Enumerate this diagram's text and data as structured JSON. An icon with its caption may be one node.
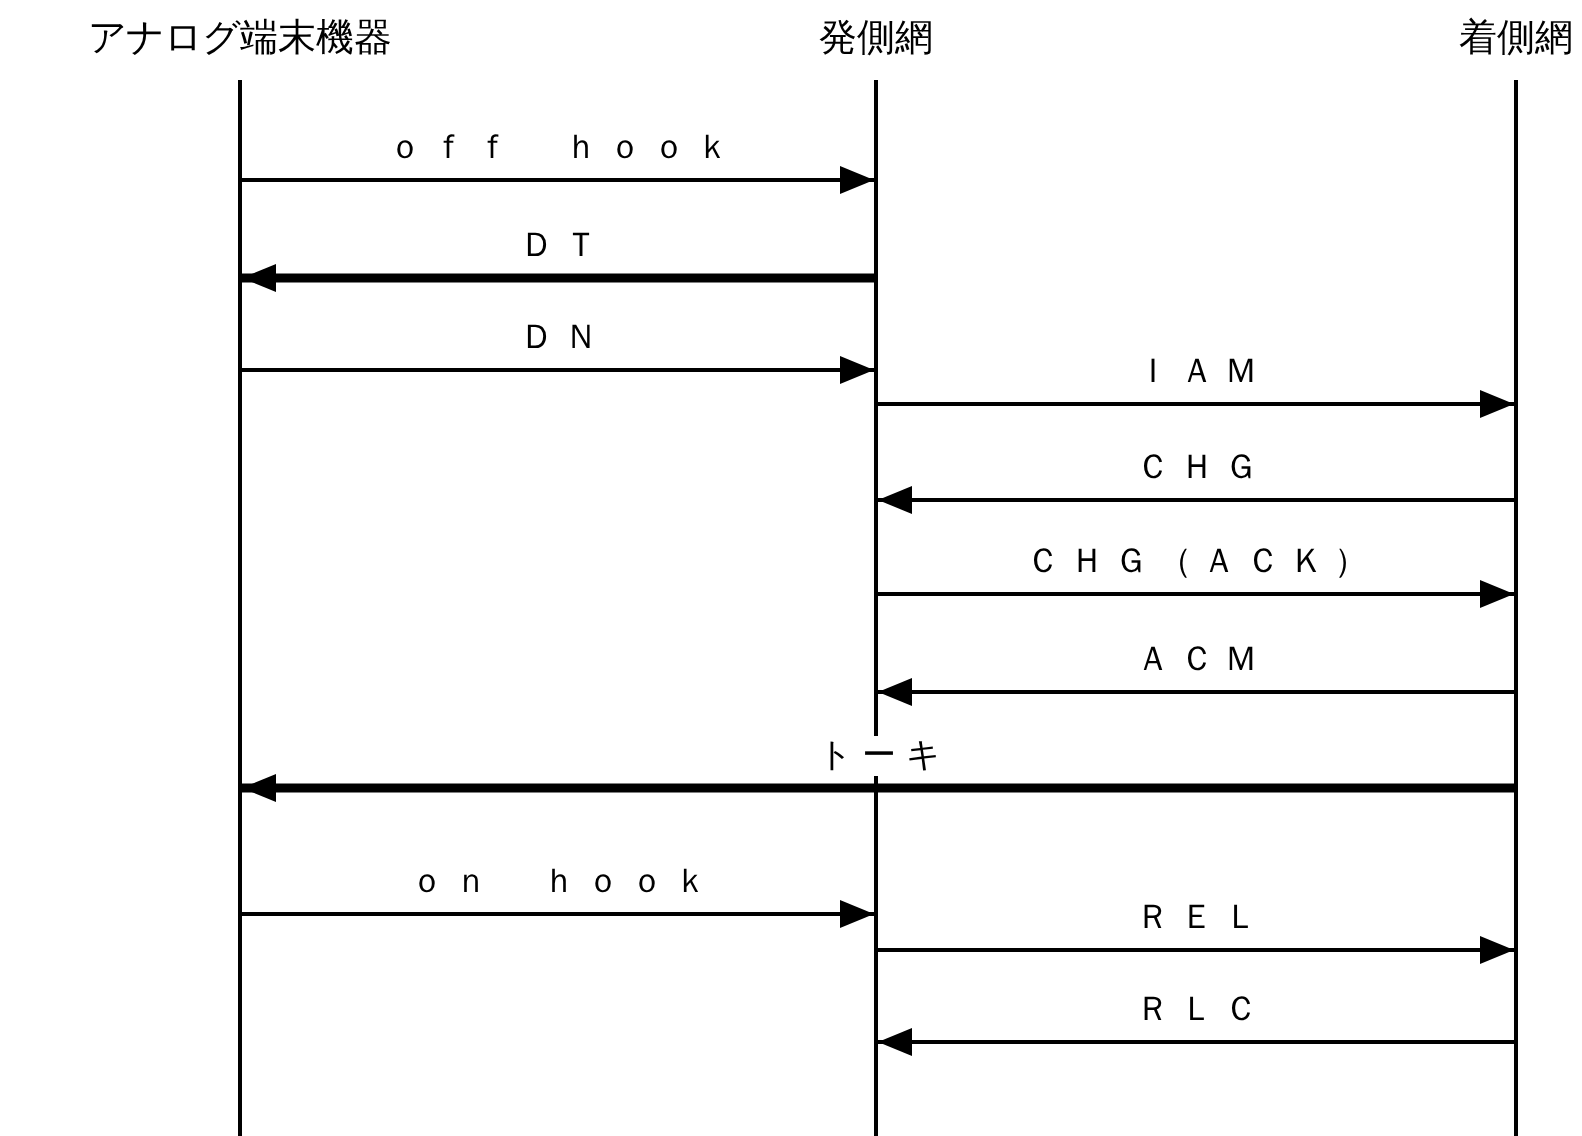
{
  "diagram": {
    "nodes": [
      {
        "text": [
          "アナログ端末機器"
        ]
      },
      {
        "text": [
          "発側網"
        ]
      },
      {
        "text": [
          "着側網"
        ]
      }
    ],
    "edges": [
      {
        "from": 0,
        "to": 1,
        "arrow": "to",
        "label": "ｏｆｆ　ｈｏｏｋ"
      },
      {
        "from": 1,
        "to": 0,
        "arrow": "to",
        "label": "ＤＴ",
        "style": "thick"
      },
      {
        "from": 0,
        "to": 1,
        "arrow": "to",
        "label": "ＤＮ"
      },
      {
        "from": 1,
        "to": 2,
        "arrow": "to",
        "label": "ＩＡＭ"
      },
      {
        "from": 2,
        "to": 1,
        "arrow": "to",
        "label": "ＣＨＧ"
      },
      {
        "from": 1,
        "to": 2,
        "arrow": "to",
        "label": "ＣＨＧ（ＡＣＫ）"
      },
      {
        "from": 2,
        "to": 1,
        "arrow": "to",
        "label": "ＡＣＭ"
      },
      {
        "from": 2,
        "to": 0,
        "arrow": "to",
        "label": "トーキ",
        "style": "thick"
      },
      {
        "from": 0,
        "to": 1,
        "arrow": "to",
        "label": "ｏｎ　ｈｏｏｋ"
      },
      {
        "from": 1,
        "to": 2,
        "arrow": "to",
        "label": "ＲＥＬ"
      },
      {
        "from": 2,
        "to": 1,
        "arrow": "to",
        "label": "ＲＬＣ"
      }
    ]
  }
}
